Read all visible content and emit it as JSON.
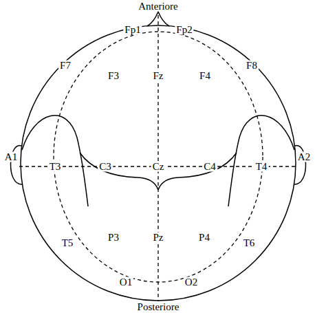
{
  "diagram": {
    "labels": [
      "Anteriore",
      "Fp1",
      "Fp2",
      "F7",
      "F3",
      "Fz",
      "F4",
      "F8",
      "A1",
      "T3",
      "C3",
      "Cz",
      "C4",
      "T4",
      "A2",
      "T5",
      "P3",
      "Pz",
      "P4",
      "T6",
      "O1",
      "O2",
      "Posteriore"
    ]
  }
}
